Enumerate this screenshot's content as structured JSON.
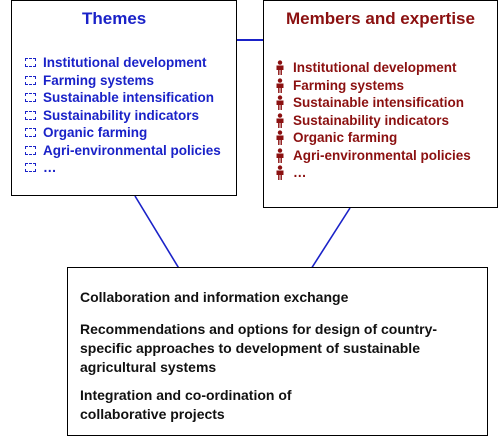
{
  "themes": {
    "title": "Themes",
    "items": [
      "Institutional development",
      "Farming systems",
      "Sustainable intensification",
      "Sustainability indicators",
      "Organic farming",
      "Agri-environmental policies",
      "…"
    ],
    "color": "#1a22c8",
    "icon": "dashed-square-icon"
  },
  "members": {
    "title": "Members and expertise",
    "items": [
      "Institutional development",
      "Farming systems",
      "Sustainable intensification",
      "Sustainability indicators",
      "Organic farming",
      "Agri-environmental policies",
      "…"
    ],
    "color": "#8b1010",
    "icon": "person-icon"
  },
  "outcomes": {
    "line1": "Collaboration and information exchange",
    "line2": "Recommendations and options for design of country-specific approaches to development of sustainable agricultural systems",
    "line3": "Integration and co-ordination of collaborative projects"
  },
  "arrow_color": "#1a22c8"
}
